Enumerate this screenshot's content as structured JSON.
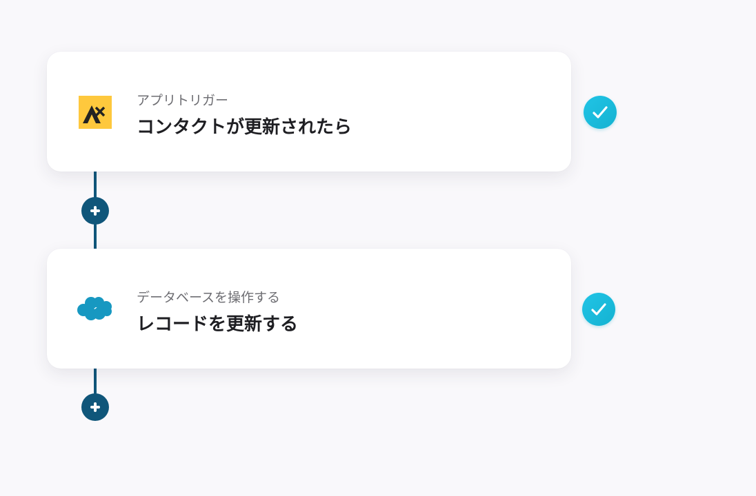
{
  "steps": [
    {
      "subtitle": "アプリトリガー",
      "title": "コンタクトが更新されたら",
      "icon": "yellow-app-logo-icon",
      "status": "completed"
    },
    {
      "subtitle": "データベースを操作する",
      "title": "レコードを更新する",
      "icon": "salesforce-cloud-icon",
      "status": "completed"
    }
  ],
  "colors": {
    "background": "#f9f8fb",
    "connector": "#10567a",
    "check": "#1ab9da",
    "trigger_logo": "#fec83d",
    "salesforce": "#1798c1"
  }
}
